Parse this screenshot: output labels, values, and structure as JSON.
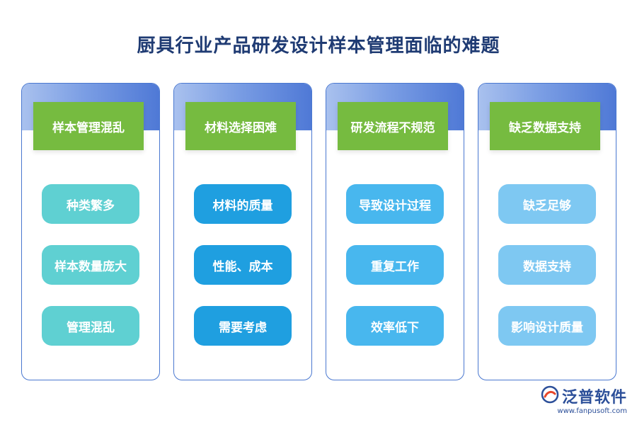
{
  "title": "厨具行业产品研发设计样本管理面临的难题",
  "columns": [
    {
      "header": "样本管理混乱",
      "items": [
        "种类繁多",
        "样本数量庞大",
        "管理混乱"
      ]
    },
    {
      "header": "材料选择困难",
      "items": [
        "材料的质量",
        "性能、成本",
        "需要考虑"
      ]
    },
    {
      "header": "研发流程不规范",
      "items": [
        "导致设计过程",
        "重复工作",
        "效率低下"
      ]
    },
    {
      "header": "缺乏数据支持",
      "items": [
        "缺乏足够",
        "数据支持",
        "影响设计质量"
      ]
    }
  ],
  "logo": {
    "name": "泛普软件",
    "url": "www.fanpusoft.com",
    "icon": "fanpu-logo-icon"
  },
  "colors": {
    "title": "#1f3b73",
    "header_green": "#76bb40",
    "border_blue": "#4a78d0",
    "col1_item": "#5fd0d2",
    "col2_item": "#1f9fe0",
    "col3_item": "#48b7ee",
    "col4_item": "#7ec8f2"
  }
}
